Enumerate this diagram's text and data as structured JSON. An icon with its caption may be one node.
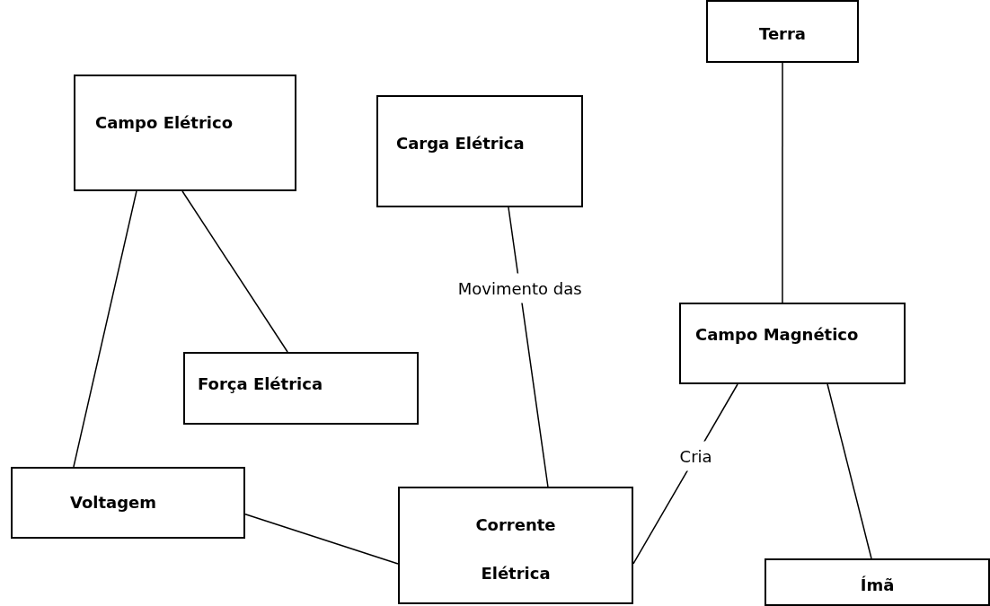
{
  "diagram": {
    "nodes": [
      {
        "text": [
          "Terra"
        ]
      },
      {
        "text": [
          "Campo Elétrico"
        ]
      },
      {
        "text": [
          "Carga Elétrica"
        ]
      },
      {
        "text": [
          "Força Elétrica"
        ]
      },
      {
        "text": [
          "Campo Magnético"
        ]
      },
      {
        "text": [
          "Voltagem"
        ]
      },
      {
        "text": [
          "Corrente Elétrica"
        ]
      },
      {
        "text": [
          "Ímã"
        ]
      }
    ],
    "edges": [
      {
        "from": 0,
        "to": 4,
        "arrow": "none"
      },
      {
        "from": 1,
        "to": 3,
        "arrow": "none"
      },
      {
        "from": 1,
        "to": 5,
        "arrow": "none"
      },
      {
        "from": 2,
        "to": 6,
        "arrow": "none",
        "label": "Movimento das"
      },
      {
        "from": 4,
        "to": 6,
        "arrow": "none",
        "label": "Cria"
      },
      {
        "from": 4,
        "to": 7,
        "arrow": "none"
      },
      {
        "from": 5,
        "to": 6,
        "arrow": "none"
      }
    ]
  }
}
